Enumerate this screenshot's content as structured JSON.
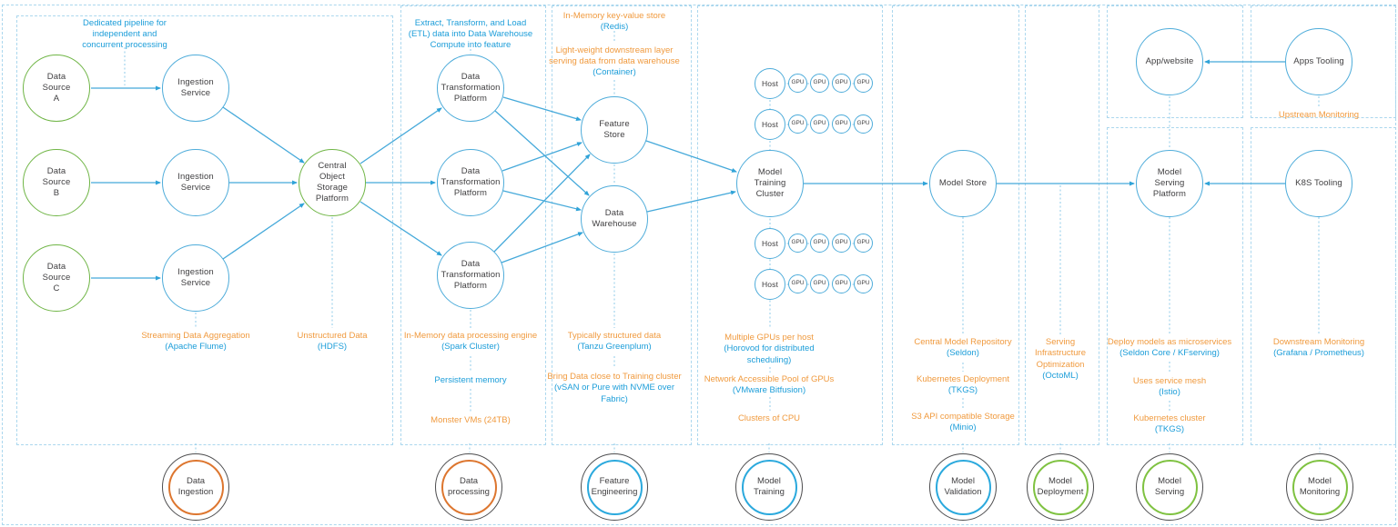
{
  "palette": {
    "line_blue": "#45a9da",
    "node_blue_stroke": "#4eacda",
    "node_green_stroke": "#6fb545",
    "text_orange": "#f09a3e",
    "text_blue": "#1b9dd9",
    "stage_ring_orange": "#dd762f",
    "stage_ring_blue": "#2ba9dd",
    "stage_ring_green": "#7fc241",
    "stage_ring_outer": "#4d4d4f"
  },
  "headers": {
    "pipeline": "Dedicated pipeline for\nindependent and\nconcurrent processing",
    "etl": "Extract, Transform, and Load\n(ETL) data into Data Warehouse\nCompute into feature",
    "kv_store_o": "In-Memory key-value store",
    "kv_store_b": "(Redis)",
    "lightweight_o": "Light-weight downstream layer\nserving data from data warehouse",
    "lightweight_b": "(Container)"
  },
  "nodes": {
    "ds_a": "Data\nSource\nA",
    "ds_b": "Data\nSource\nB",
    "ds_c": "Data\nSource\nC",
    "ingestion": "Ingestion\nService",
    "cosp": "Central\nObject\nStorage\nPlatform",
    "dtp": "Data\nTransformation\nPlatform",
    "feature_store": "Feature\nStore",
    "data_warehouse": "Data\nWarehouse",
    "mtc": "Model\nTraining\nCluster",
    "model_store": "Model Store",
    "app": "App/website",
    "msp": "Model\nServing\nPlatform",
    "apps_tooling": "Apps Tooling",
    "k8s_tooling": "K8S Tooling",
    "host": "Host",
    "gpu": "GPU"
  },
  "notes": {
    "streaming": {
      "o": "Streaming Data Aggregation",
      "b": "(Apache Flume)"
    },
    "unstructured": {
      "o": "Unstructured Data",
      "b": "(HDFS)"
    },
    "spark": {
      "o": "In-Memory data processing engine",
      "b": "(Spark Cluster)"
    },
    "persistent": {
      "b": "Persistent memory"
    },
    "monster": {
      "o": "Monster VMs (24TB)"
    },
    "structured": {
      "o": "Typically structured data",
      "b": "(Tanzu Greenplum)"
    },
    "bring_data": {
      "o": "Bring Data close to Training cluster",
      "b": "(vSAN or Pure with NVME over\nFabric)"
    },
    "multi_gpu": {
      "o": "Multiple GPUs per host",
      "b": "(Horovod for distributed\nscheduling)"
    },
    "gpu_pool": {
      "o": "Network Accessible Pool of GPUs",
      "b": "(VMware Bitfusion)"
    },
    "cpu": {
      "o": "Clusters of CPU"
    },
    "repo": {
      "o": "Central Model Repository",
      "b": "(Seldon)"
    },
    "k8s_deploy": {
      "o": "Kubernetes Deployment",
      "b": "(TKGS)"
    },
    "s3": {
      "o": "S3 API compatible Storage",
      "b": "(Minio)"
    },
    "octoml": {
      "o": "Serving\nInfrastructure\nOptimization",
      "b": "(OctoML)"
    },
    "microservices": {
      "o": "Deploy models as microservices",
      "b": "(Seldon Core / KFserving)"
    },
    "mesh": {
      "o": "Uses service mesh",
      "b": "(Istio)"
    },
    "k8s_cluster": {
      "o": "Kubernetes cluster",
      "b": "(TKGS)"
    },
    "upstream": {
      "o": "Upstream Monitoring"
    },
    "downstream": {
      "o": "Downstream Monitoring",
      "b": "(Grafana / Prometheus)"
    }
  },
  "stages": [
    {
      "label": "Data\nIngestion",
      "ring": "orange"
    },
    {
      "label": "Data\nprocessing",
      "ring": "orange"
    },
    {
      "label": "Feature\nEngineering",
      "ring": "blue"
    },
    {
      "label": "Model\nTraining",
      "ring": "blue"
    },
    {
      "label": "Model\nValidation",
      "ring": "blue"
    },
    {
      "label": "Model\nDeployment",
      "ring": "green"
    },
    {
      "label": "Model\nServing",
      "ring": "green"
    },
    {
      "label": "Model\nMonitoring",
      "ring": "green"
    }
  ]
}
